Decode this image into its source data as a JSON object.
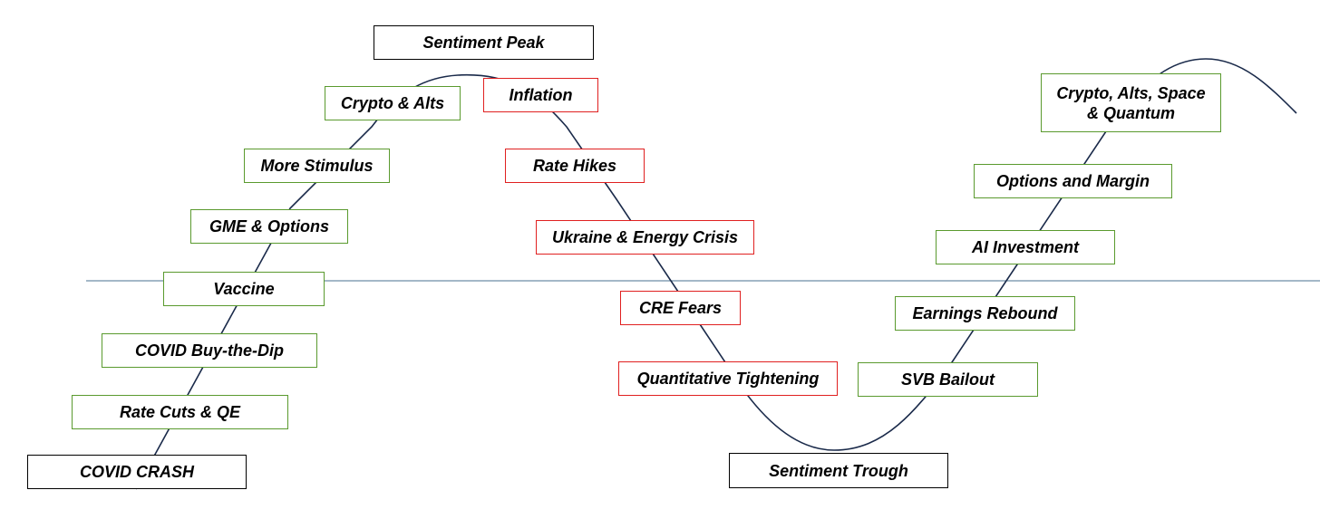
{
  "colors": {
    "curve": "#1a2a4a",
    "neutral_line": "#4a7090",
    "bullish_border": "#5a9a2e",
    "bearish_border": "#e02020",
    "anchor_border": "#000000"
  },
  "labels": {
    "sentiment_peak": "Sentiment Peak",
    "sentiment_trough": "Sentiment Trough",
    "covid_crash": "COVID CRASH",
    "rate_cuts_qe": "Rate Cuts & QE",
    "covid_buy_dip": "COVID Buy-the-Dip",
    "vaccine": "Vaccine",
    "gme_options": "GME & Options",
    "more_stimulus": "More Stimulus",
    "crypto_alts": "Crypto & Alts",
    "inflation": "Inflation",
    "rate_hikes": "Rate Hikes",
    "ukraine_energy": "Ukraine & Energy Crisis",
    "cre_fears": "CRE Fears",
    "quantitative_tightening": "Quantitative Tightening",
    "svb_bailout": "SVB Bailout",
    "earnings_rebound": "Earnings Rebound",
    "ai_investment": "AI Investment",
    "options_margin": "Options and Margin",
    "crypto_alts_space_quantum": "Crypto, Alts, Space & Quantum"
  }
}
